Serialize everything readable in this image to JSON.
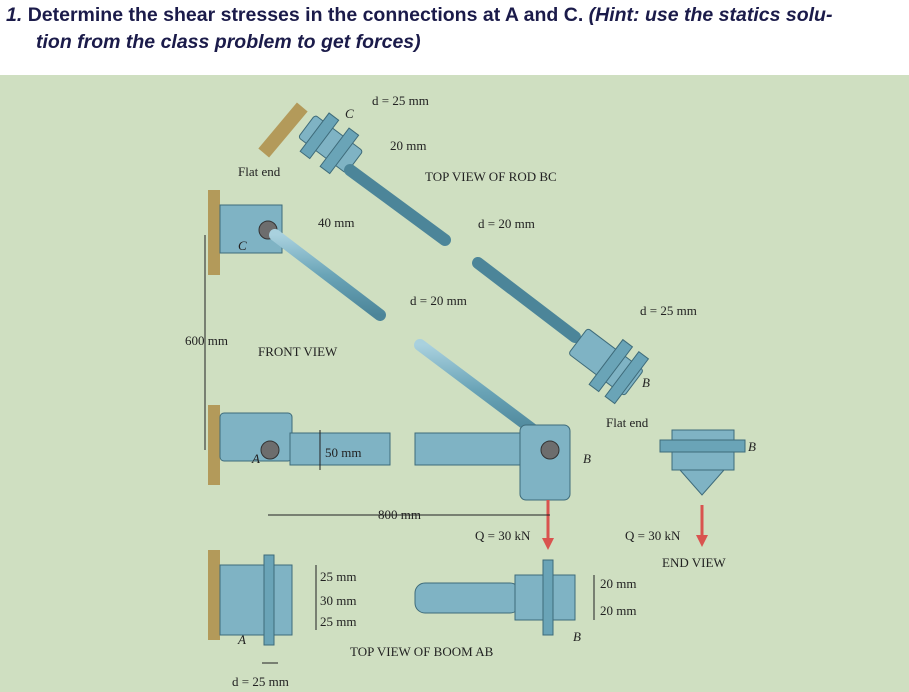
{
  "problem": {
    "number": "1.",
    "text": "Determine the shear stresses in the connections at A and C.",
    "hint": "(Hint: use the statics solution from the class problem to get forces)",
    "line1": "Determine the shear stresses in the connections at A and C. ",
    "line1_hint": "(Hint: use the statics solu-",
    "line2_hint": "tion from the class problem to get forces)"
  },
  "figure": {
    "labels": {
      "d_top_c": "d = 25 mm",
      "pin_c": "C",
      "twenty_mm": "20 mm",
      "flat_end_left": "Flat end",
      "top_view_rod_bc": "TOP VIEW OF ROD BC",
      "forty_mm": "40 mm",
      "c_front": "C",
      "d_rod_20_upper": "d = 20 mm",
      "d_rod_20_lower": "d = 20 mm",
      "d_25_b": "d = 25 mm",
      "six_hundred_mm": "600 mm",
      "front_view": "FRONT VIEW",
      "b_upper": "B",
      "flat_end_right": "Flat end",
      "fifty_mm": "50 mm",
      "a_front": "A",
      "b_front": "B",
      "b_end": "B",
      "eight_hundred_mm": "800 mm",
      "q_front": "Q = 30 kN",
      "q_end": "Q = 30 kN",
      "end_view": "END VIEW",
      "dim_25_top": "25 mm",
      "dim_30": "30 mm",
      "dim_25_bottom": "25 mm",
      "dim_20_top": "20 mm",
      "dim_20_bottom": "20 mm",
      "a_bottom": "A",
      "b_bottom": "B",
      "top_view_boom_ab": "TOP VIEW OF BOOM AB",
      "d_25_bottom": "d = 25 mm"
    },
    "colors": {
      "background": "#cfdfc1",
      "steel": "#7fb3c4",
      "wall": "#b39a5a",
      "load_arrow": "#d9534f"
    }
  }
}
